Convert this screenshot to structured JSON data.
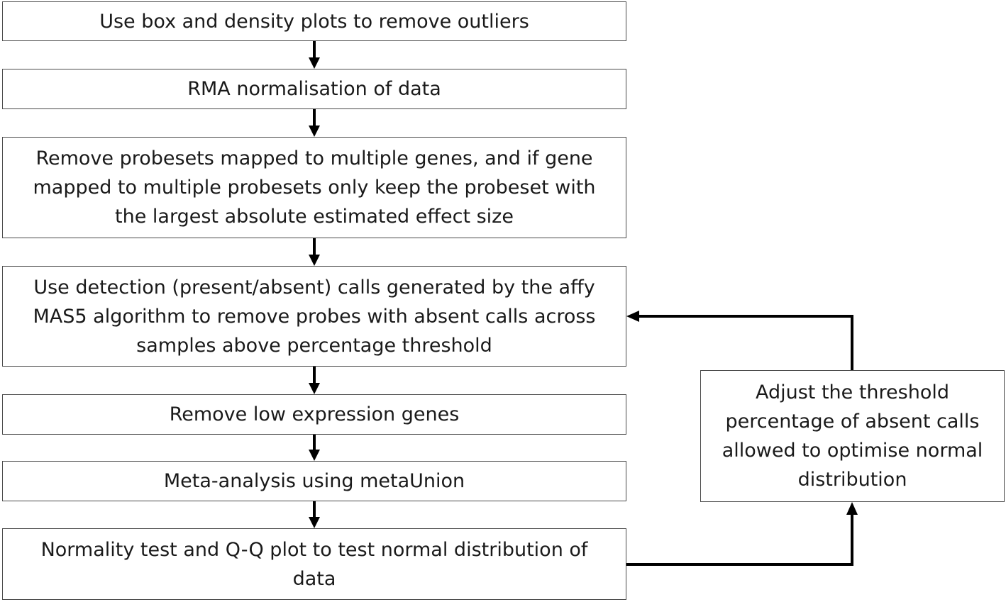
{
  "flowchart": {
    "steps": [
      {
        "id": "outliers",
        "lines": [
          "Use box and density plots to remove outliers"
        ]
      },
      {
        "id": "rma",
        "lines": [
          "RMA normalisation of data"
        ]
      },
      {
        "id": "probesets",
        "lines": [
          "Remove probesets mapped to multiple genes, and if gene",
          "mapped to multiple probesets only keep the probeset with",
          "the largest absolute estimated effect size"
        ]
      },
      {
        "id": "detection",
        "lines": [
          "Use detection (present/absent) calls generated by the affy",
          "MAS5 algorithm to remove probes with absent calls across",
          "samples above percentage threshold"
        ]
      },
      {
        "id": "low-expression",
        "lines": [
          "Remove low expression genes"
        ]
      },
      {
        "id": "meta-analysis",
        "lines": [
          "Meta-analysis using metaUnion"
        ]
      },
      {
        "id": "normality",
        "lines": [
          "Normality test and Q-Q plot to test normal distribution of",
          "data"
        ]
      }
    ],
    "feedback": {
      "lines": [
        "Adjust the threshold",
        "percentage of absent calls",
        "allowed to optimise normal",
        "distribution"
      ]
    }
  },
  "colors": {
    "arrow": "#000000",
    "box_border": "#4a4a4a",
    "text": "#1a1a1a"
  }
}
